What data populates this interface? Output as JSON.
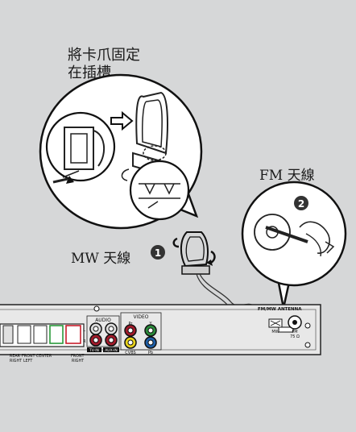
{
  "caption_line1": "將卡爪固定",
  "caption_line2": "在插槽",
  "mw_label": "MW 天線",
  "fm_label": "FM 天線",
  "step1": "1",
  "step2": "2",
  "panel": {
    "audio": "AUDIO",
    "video": "VIDEO",
    "l": "L",
    "r": "R",
    "pr": "Pr",
    "y": "Y",
    "cvbs": "CVBS",
    "pb": "Pb",
    "tv_in": "TV-IN",
    "aux_in": "AUX-IN",
    "fm_mw_antenna": "FM/MW ANTENNA",
    "mw": "MW",
    "fm": "FM",
    "ohm": "75 Ω",
    "rear_right": [
      "REAR",
      "RIGHT"
    ],
    "front_center": [
      "FRONT CENTER"
    ],
    "left": "LEFT",
    "front_right": [
      "FRONT",
      "RIGHT"
    ]
  }
}
